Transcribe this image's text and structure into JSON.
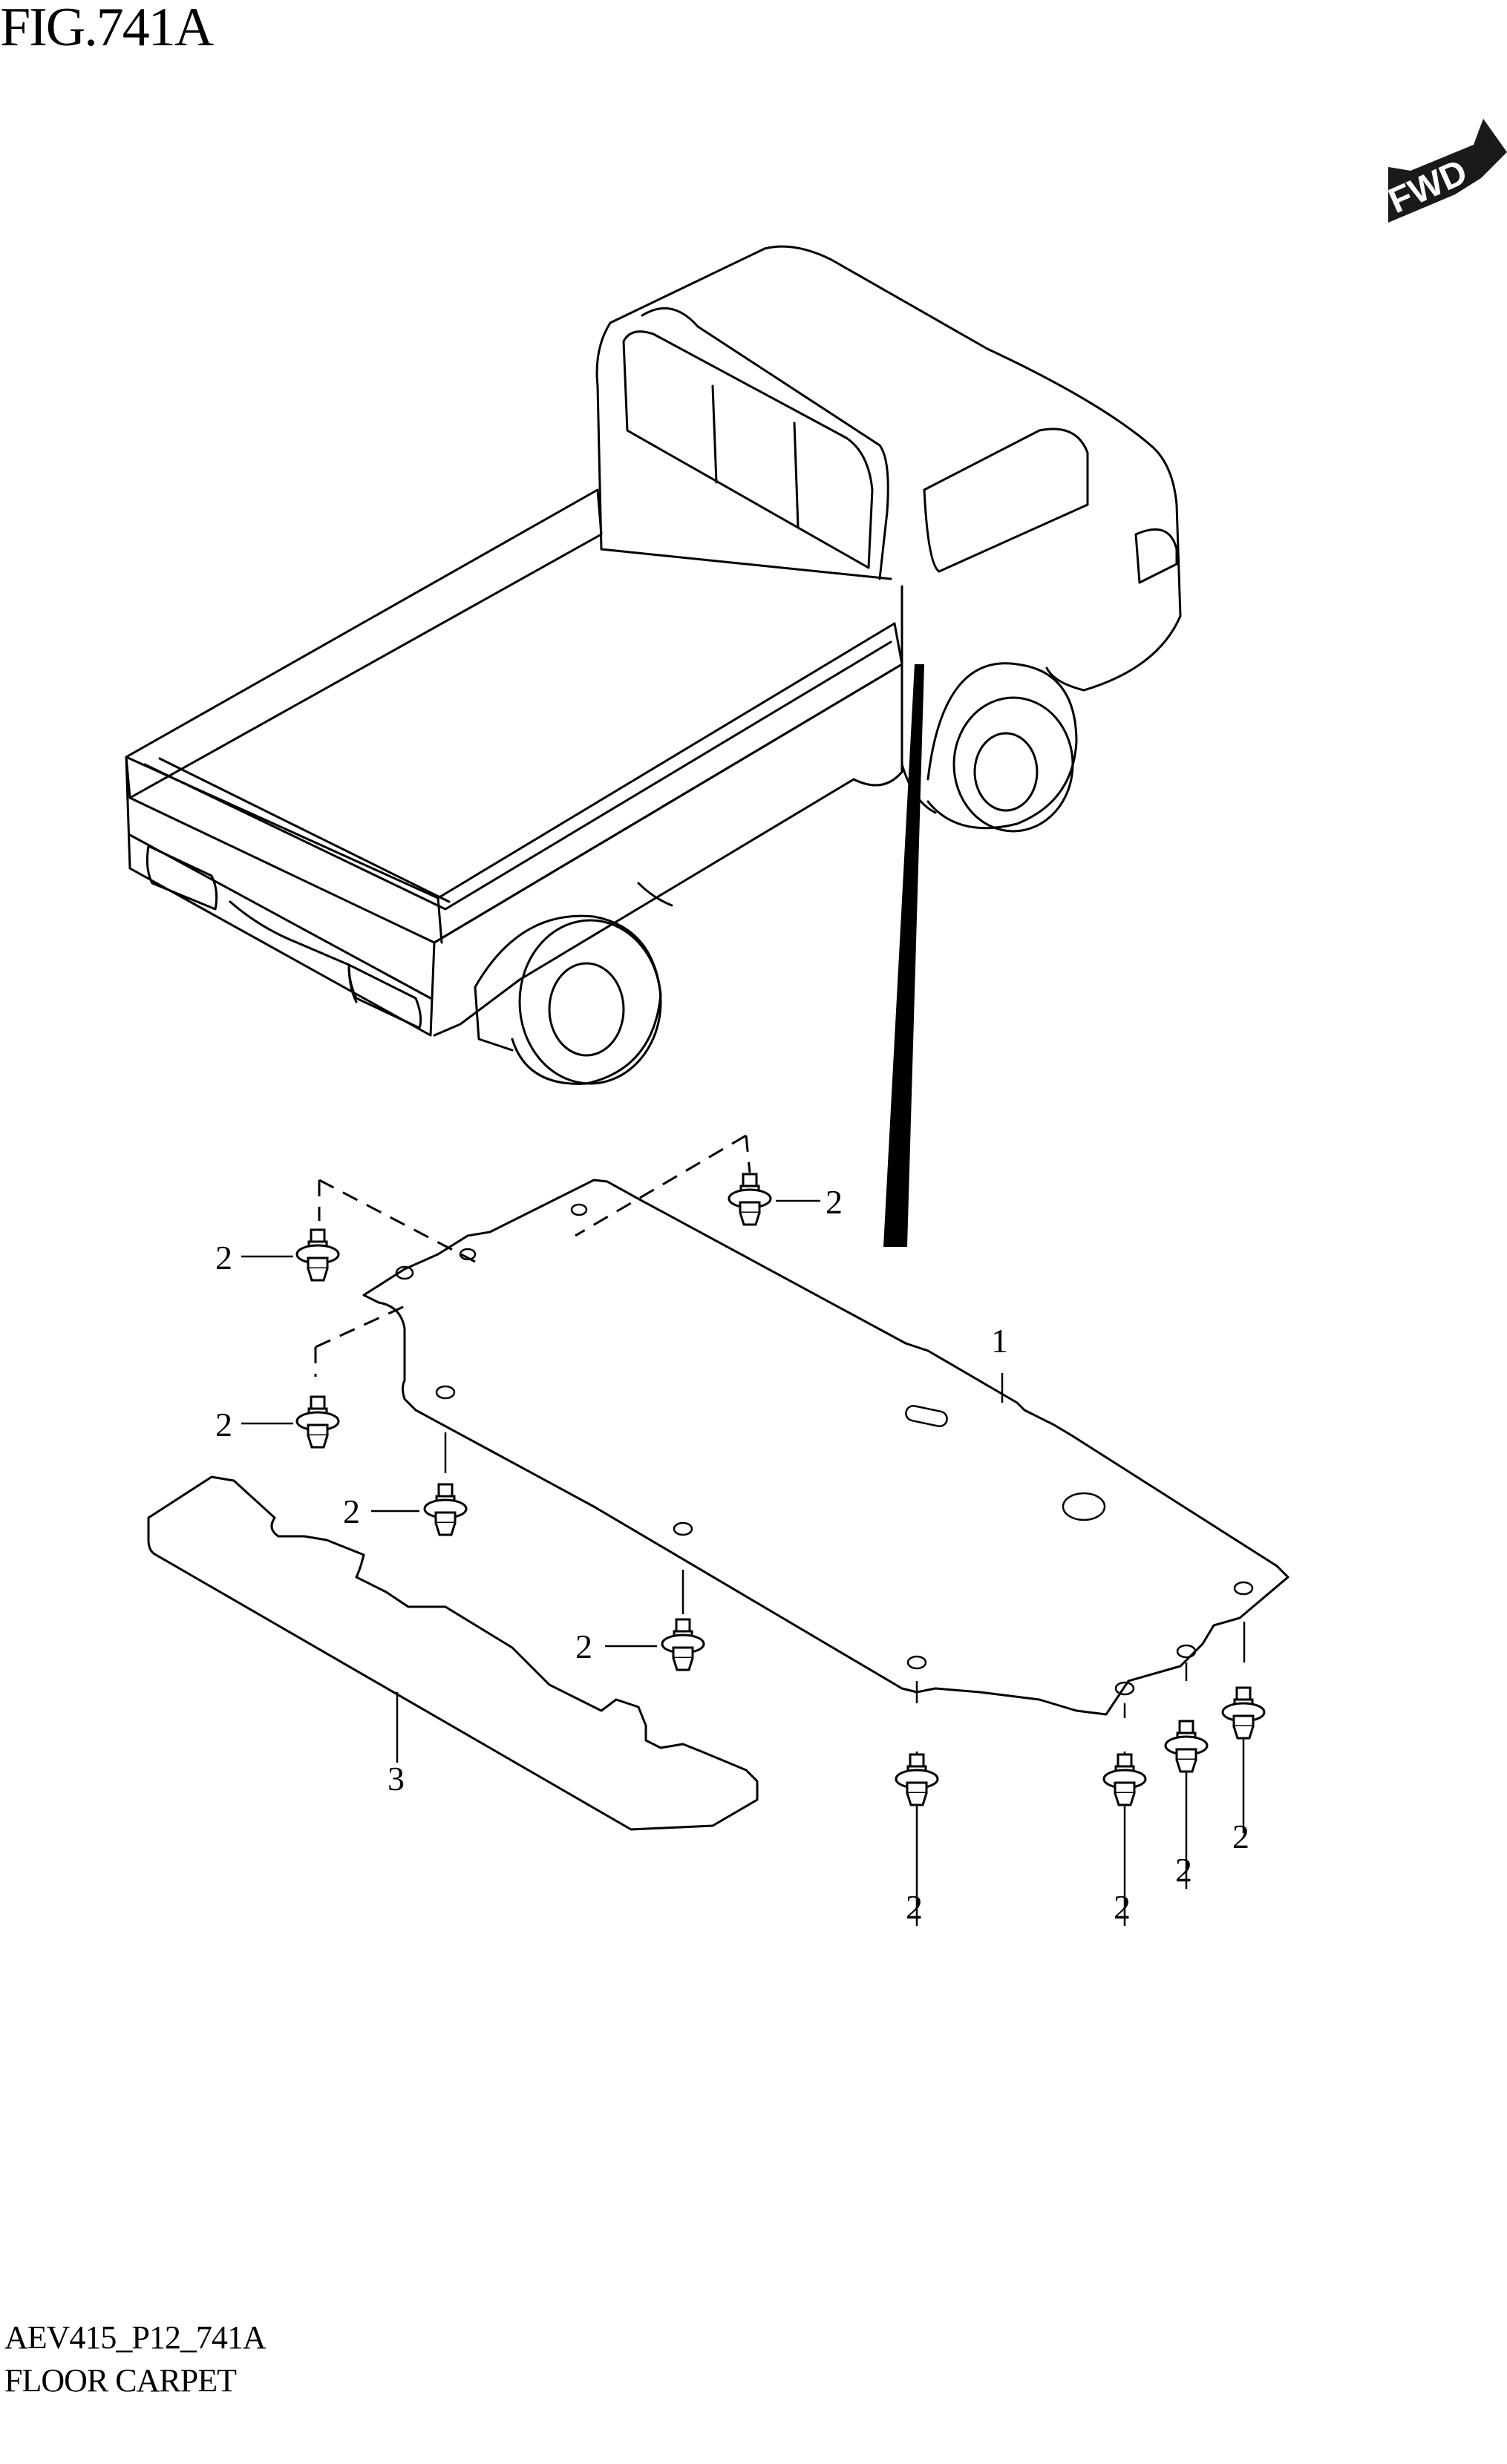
{
  "figure": {
    "title": "FIG.741A",
    "forward_badge": "FWD"
  },
  "callouts": {
    "floor_carpet_panel": "1",
    "clip": "2",
    "mat": "3"
  },
  "footer": {
    "code": "AEV415_P12_741A",
    "name": "FLOOR CARPET"
  },
  "icons": [
    "forward-arrow-icon",
    "clip-icon"
  ]
}
